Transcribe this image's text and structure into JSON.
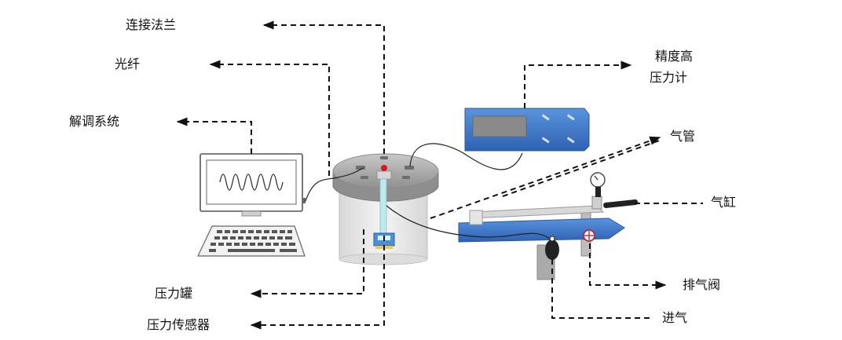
{
  "labels": {
    "flange": "连接法兰",
    "fiber": "光纤",
    "demod": "解调系统",
    "gauge": [
      "精度高",
      "压力计"
    ],
    "gas_pipe": "气管",
    "cylinder": "气缸",
    "vent_valve": "排气阀",
    "inlet": "进气",
    "tank": "压力罐",
    "sensor": "压力传感器"
  },
  "colors": {
    "leader": "#111111",
    "device_blue": "#3f79c7",
    "device_blue_dark": "#2a58a0",
    "valve_red": "#c0182a",
    "tank_lid": "#a9a9a9",
    "tank_body": "#e6e6e6",
    "screen_trace": "#333333"
  },
  "icons": {
    "computer": "computer-monitor-icon",
    "keyboard": "keyboard-icon",
    "tank": "pressure-tank-icon",
    "gauge": "pressure-gauge-icon",
    "cylinder": "air-cylinder-icon"
  }
}
